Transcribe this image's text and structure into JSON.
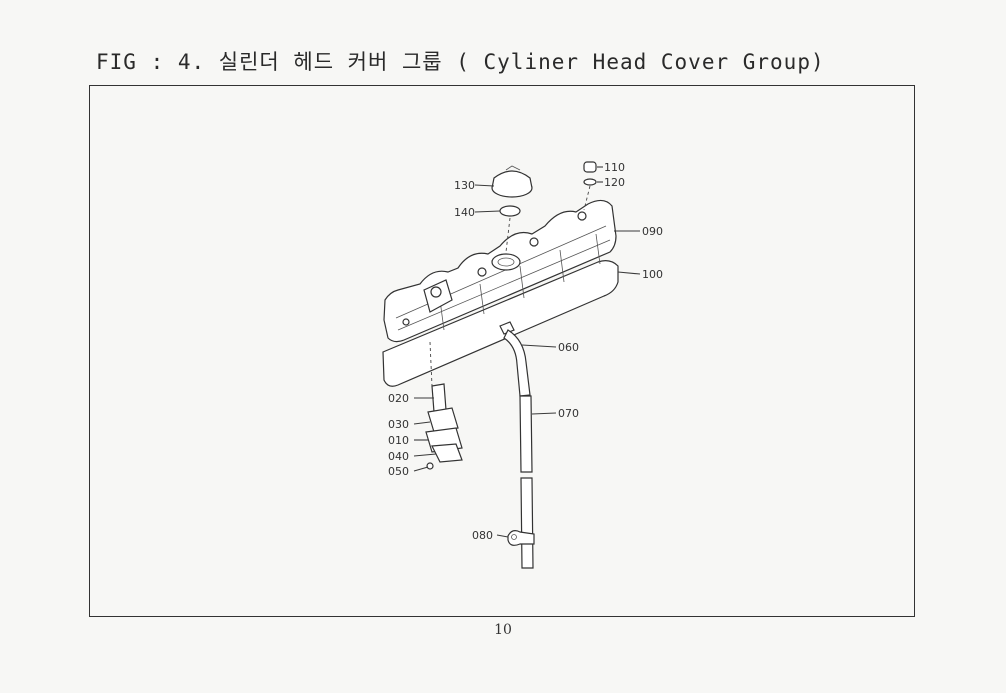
{
  "page": {
    "title": "FIG : 4. 실린더 헤드 커버 그룹 ( Cyliner Head Cover Group)",
    "page_number": "10"
  },
  "callouts": {
    "p010": "010",
    "p020": "020",
    "p030": "030",
    "p040": "040",
    "p050": "050",
    "p060": "060",
    "p070": "070",
    "p080": "080",
    "p090": "090",
    "p100": "100",
    "p110": "110",
    "p120": "120",
    "p130": "130",
    "p140": "140"
  }
}
